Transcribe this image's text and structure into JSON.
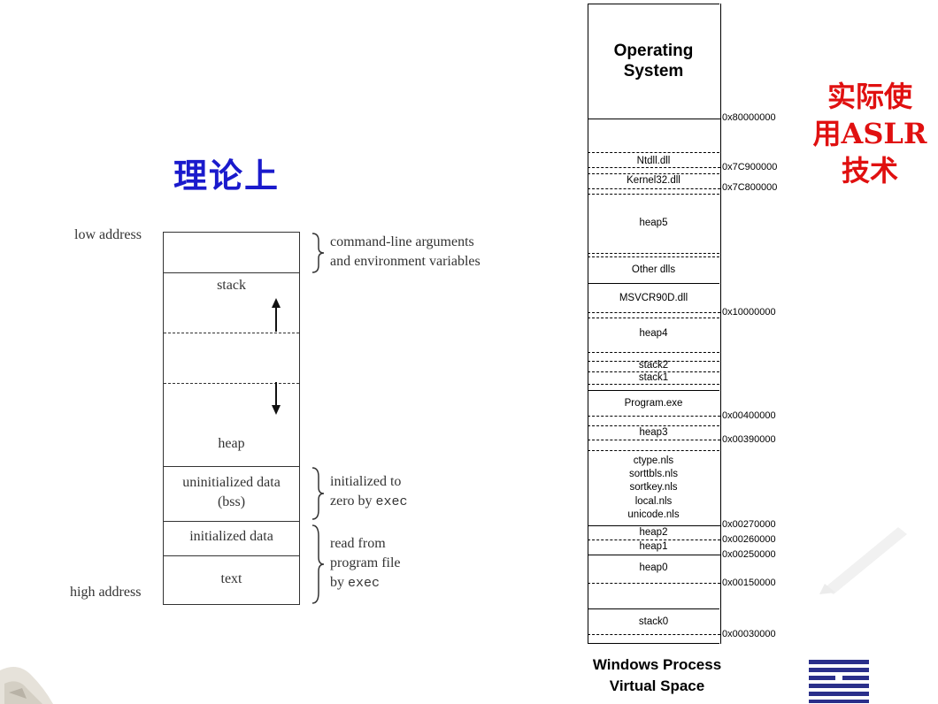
{
  "left": {
    "title": "理论上",
    "low_address": "low address",
    "high_address": "high address",
    "segments": {
      "stack": "stack",
      "heap": "heap",
      "bss_line1": "uninitialized data",
      "bss_line2": "(bss)",
      "data": "initialized data",
      "text": "text"
    },
    "notes": {
      "args_line1": "command-line arguments",
      "args_line2": "and environment variables",
      "bss_note_line1": "initialized to",
      "bss_note_line2_a": "zero by ",
      "bss_note_line2_b": "exec",
      "read_line1": "read from",
      "read_line2": "program file",
      "read_line3_a": "by ",
      "read_line3_b": "exec"
    }
  },
  "right": {
    "title_line1": "实际使",
    "title_line2_a": "用",
    "title_line2_b": "ASLR",
    "title_line3": "技术",
    "title_color": "#e01010",
    "os_line1": "Operating",
    "os_line2": "System",
    "blocks": [
      "Ntdll.dll",
      "Kernel32.dll",
      "heap5",
      "Other dlls",
      "MSVCR90D.dll",
      "heap4",
      "stack2",
      "stack1",
      "Program.exe",
      "heap3",
      "ctype.nls",
      "sorttbls.nls",
      "sortkey.nls",
      "local.nls",
      "unicode.nls",
      "heap2",
      "heap1",
      "heap0",
      "stack0"
    ],
    "addresses": [
      "0x80000000",
      "0x7C900000",
      "0x7C800000",
      "0x10000000",
      "0x00400000",
      "0x00390000",
      "0x00270000",
      "0x00260000",
      "0x00250000",
      "0x00150000",
      "0x00030000"
    ],
    "caption_line1": "Windows Process",
    "caption_line2": "Virtual Space"
  },
  "colors": {
    "left_title": "#1a1acc",
    "right_title": "#e01010"
  }
}
